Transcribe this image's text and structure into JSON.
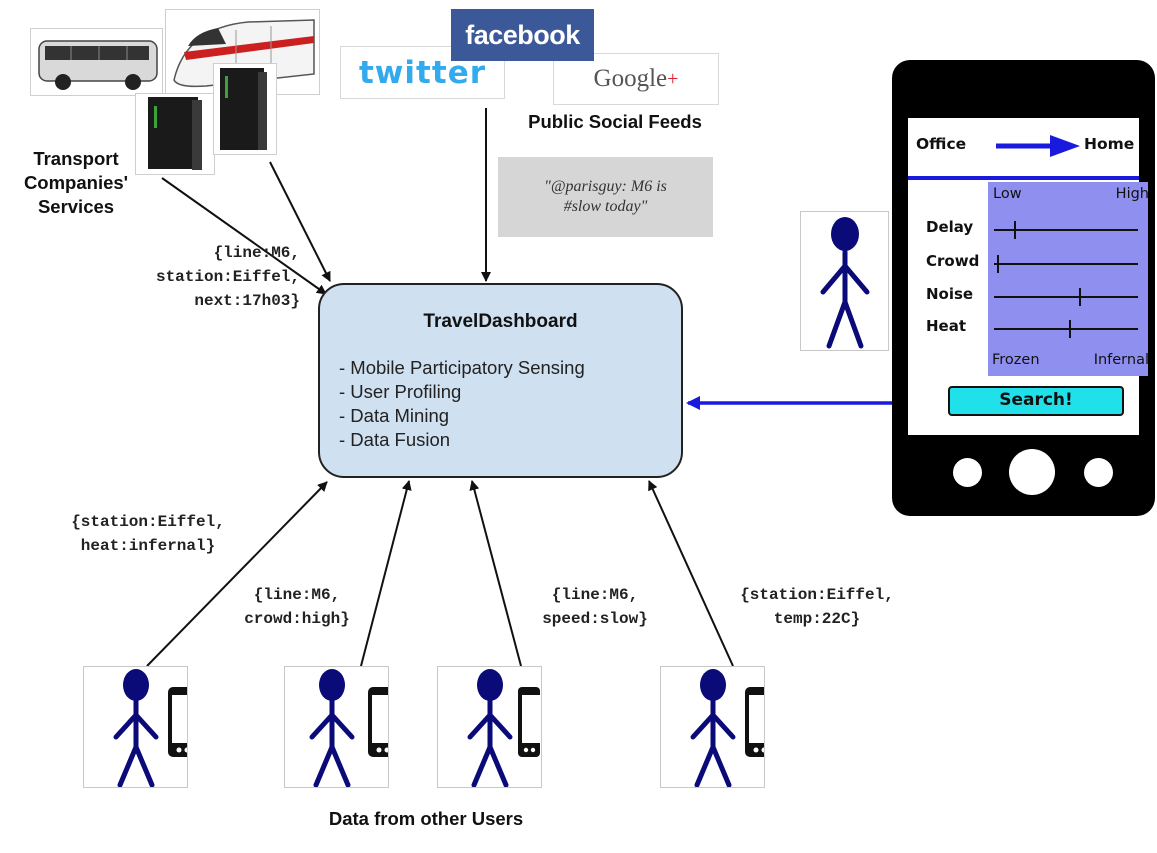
{
  "sources": {
    "transport_label_lines": [
      "Transport",
      "Companies'",
      "Services"
    ],
    "social_label": "Public Social Feeds",
    "facebook": "facebook",
    "twitter": "twitter",
    "google": "Google",
    "google_plus": "+",
    "tweet_lines": [
      "\"@parisguy: M6 is",
      "#slow today\""
    ]
  },
  "transport_message_lines": [
    "{line:M6,",
    "station:Eiffel,",
    "next:17h03}"
  ],
  "dashboard": {
    "title": "TravelDashboard",
    "items": [
      "- Mobile Participatory Sensing",
      "- User Profiling",
      "- Data Mining",
      "- Data Fusion"
    ]
  },
  "phone": {
    "from": "Office",
    "to": "Home",
    "scale_top_low": "Low",
    "scale_top_high": "High",
    "scale_bottom_low": "Frozen",
    "scale_bottom_high": "Infernal",
    "sliders": [
      {
        "label": "Delay",
        "value": 0.14
      },
      {
        "label": "Crowd",
        "value": 0.02
      },
      {
        "label": "Noise",
        "value": 0.59
      },
      {
        "label": "Heat",
        "value": 0.52
      }
    ],
    "search_label": "Search!"
  },
  "user_messages": [
    [
      "{station:Eiffel,",
      "heat:infernal}"
    ],
    [
      "{line:M6,",
      "crowd:high}"
    ],
    [
      "{line:M6,",
      "speed:slow}"
    ],
    [
      "{station:Eiffel,",
      "temp:22C}"
    ]
  ],
  "footer": "Data from other Users",
  "colors": {
    "figure": "#0a0a78",
    "dashboard_fill": "#cfe0f1",
    "link_arrow": "#1a1adf",
    "slider_panel": "#8f8ff0",
    "search_button": "#20e0ea",
    "facebook_blue": "#3b5998",
    "twitter_blue": "#33aaee"
  }
}
